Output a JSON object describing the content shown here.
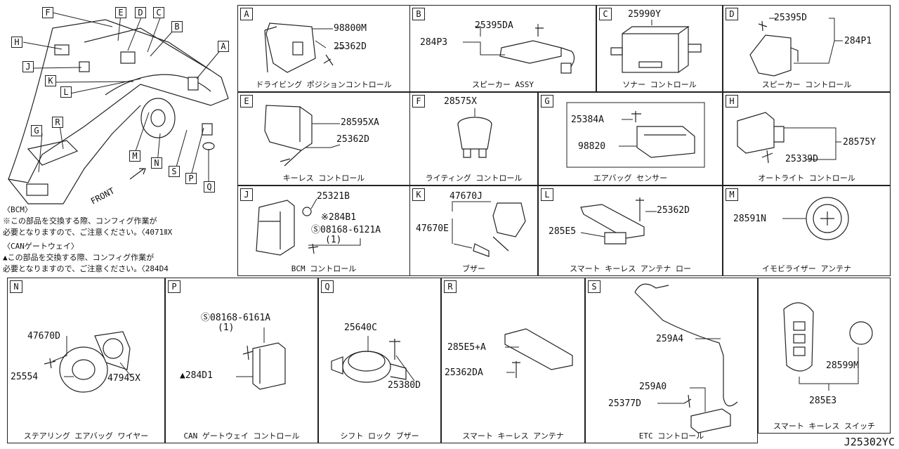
{
  "diagram_code": "J25302YC",
  "overview": {
    "front_label": "FRONT",
    "callouts": [
      "F",
      "E",
      "D",
      "C",
      "B",
      "A",
      "H",
      "J",
      "K",
      "L",
      "G",
      "R",
      "M",
      "N",
      "S",
      "P",
      "Q"
    ],
    "notes": [
      "〈BCM〉",
      "※この部品を交換する際、コンフィグ作業が",
      " 必要となりますので、ご注意ください。〈4071ⅡX",
      "〈CANゲートウェイ〉",
      "▲この部品を交換する際、コンフィグ作業が",
      " 必要となりますので、ご注意ください。〈284D4"
    ]
  },
  "panels": [
    {
      "id": "A",
      "caption": "ドライビング ポジションコントロール",
      "parts": [
        "98800M",
        "25362D"
      ]
    },
    {
      "id": "B",
      "caption": "スピーカー ASSY",
      "parts": [
        "25395DA",
        "284P3"
      ]
    },
    {
      "id": "C",
      "caption": "ソナー コントロール",
      "parts": [
        "25990Y"
      ]
    },
    {
      "id": "D",
      "caption": "スピーカー コントロール",
      "parts": [
        "25395D",
        "284P1"
      ]
    },
    {
      "id": "E",
      "caption": "キーレス コントロール",
      "parts": [
        "28595XA",
        "25362D"
      ]
    },
    {
      "id": "F",
      "caption": "ライティング コントロール",
      "parts": [
        "28575X"
      ]
    },
    {
      "id": "G",
      "caption": "エアバッグ センサー",
      "parts": [
        "25384A",
        "98820"
      ]
    },
    {
      "id": "H",
      "caption": "オートライト コントロール",
      "parts": [
        "28575Y",
        "25339D"
      ]
    },
    {
      "id": "J",
      "caption": "BCM コントロール",
      "parts": [
        "25321B",
        "※284B1",
        "Ⓢ08168-6121A",
        "(1)"
      ]
    },
    {
      "id": "K",
      "caption": "ブザー",
      "parts": [
        "47670J",
        "47670E"
      ]
    },
    {
      "id": "L",
      "caption": "スマート キーレス アンテナ ロー",
      "parts": [
        "25362D",
        "285E5"
      ]
    },
    {
      "id": "M",
      "caption": "イモビライザー アンテナ",
      "parts": [
        "28591N"
      ]
    },
    {
      "id": "N",
      "caption": "ステアリング エアバッグ ワイヤー",
      "parts": [
        "47670D",
        "25554",
        "47945X"
      ]
    },
    {
      "id": "P",
      "caption": "CAN ゲートウェイ コントロール",
      "parts": [
        "Ⓢ08168-6161A",
        "(1)",
        "▲284D1"
      ]
    },
    {
      "id": "Q",
      "caption": "シフト ロック ブザー",
      "parts": [
        "25640C",
        "25380D"
      ]
    },
    {
      "id": "R",
      "caption": "スマート キーレス アンテナ",
      "parts": [
        "285E5+A",
        "25362DA"
      ]
    },
    {
      "id": "S",
      "caption": "ETC コントロール",
      "parts": [
        "259A4",
        "259A0",
        "25377D"
      ]
    },
    {
      "id": "T",
      "caption": "スマート キーレス スイッチ",
      "parts": [
        "28599M",
        "285E3"
      ]
    }
  ]
}
